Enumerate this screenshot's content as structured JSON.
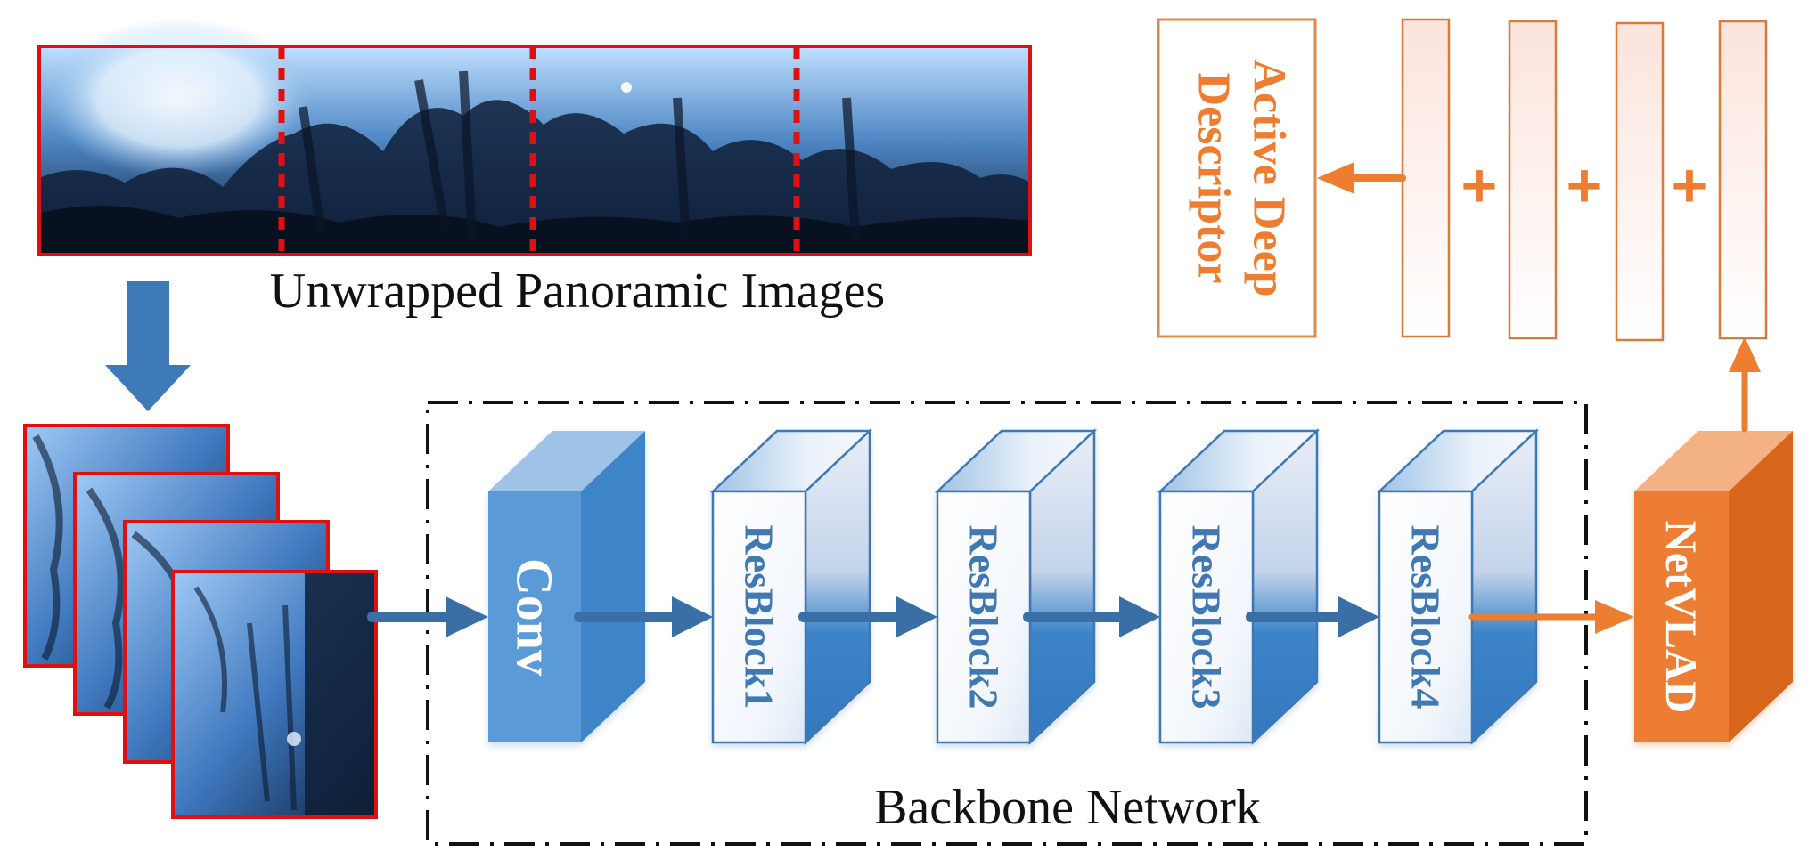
{
  "labels": {
    "panorama_caption": "Unwrapped Panoramic Images",
    "backbone_caption": "Backbone Network",
    "descriptor": "Active Deep Descriptor",
    "descriptor_line1": "Active Deep",
    "descriptor_line2": "Descriptor",
    "plus": "+"
  },
  "blocks": [
    {
      "id": "conv",
      "label": "Conv",
      "style": "solid"
    },
    {
      "id": "resblock1",
      "label": "ResBlock1",
      "style": "light"
    },
    {
      "id": "resblock2",
      "label": "ResBlock2",
      "style": "light"
    },
    {
      "id": "resblock3",
      "label": "ResBlock3",
      "style": "light"
    },
    {
      "id": "resblock4",
      "label": "ResBlock4",
      "style": "light"
    },
    {
      "id": "netvlad",
      "label": "NetVLAD",
      "style": "orange"
    }
  ],
  "colors": {
    "blue_dark": "#3a6fa6",
    "blue_mid": "#3c84c9",
    "blue_front": "#5a9ad6",
    "blue_top": "#9fc3e6",
    "blue_text": "#3f78b4",
    "orange": "#ed7d31",
    "orange_dark": "#d8651e",
    "orange_top": "#f4b183",
    "red_border": "#e01010",
    "black": "#111111"
  },
  "icons": [
    "down-arrow-icon",
    "right-arrow-icon",
    "up-arrow-icon",
    "left-arrow-icon",
    "plus-icon"
  ]
}
